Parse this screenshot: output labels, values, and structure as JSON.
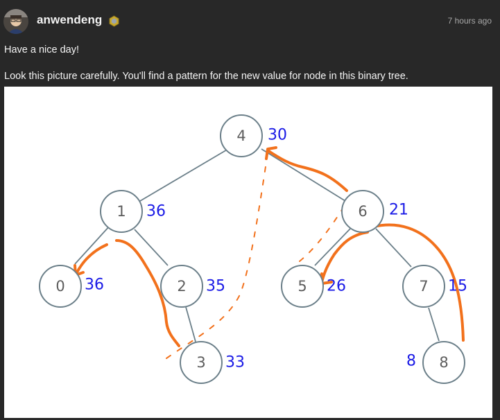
{
  "post": {
    "author": "anwendeng",
    "timestamp": "7 hours ago",
    "greeting": "Have a nice day!",
    "message": "Look this picture carefully. You'll find a pattern for the new value for node in this binary tree."
  },
  "icons": {
    "avatar": "user-avatar",
    "badge": "hexagon-badge-icon"
  },
  "tree": {
    "nodes": [
      {
        "label": "4",
        "sum": "30"
      },
      {
        "label": "1",
        "sum": "36"
      },
      {
        "label": "6",
        "sum": "21"
      },
      {
        "label": "0",
        "sum": "36"
      },
      {
        "label": "2",
        "sum": "35"
      },
      {
        "label": "5",
        "sum": "26"
      },
      {
        "label": "7",
        "sum": "15"
      },
      {
        "label": "3",
        "sum": "33"
      },
      {
        "label": "8",
        "sum": "8"
      }
    ]
  },
  "colors": {
    "background": "#282828",
    "node_stroke": "#6b7f89",
    "sum_text": "#1a1ae6",
    "annotation": "#f2711c"
  }
}
